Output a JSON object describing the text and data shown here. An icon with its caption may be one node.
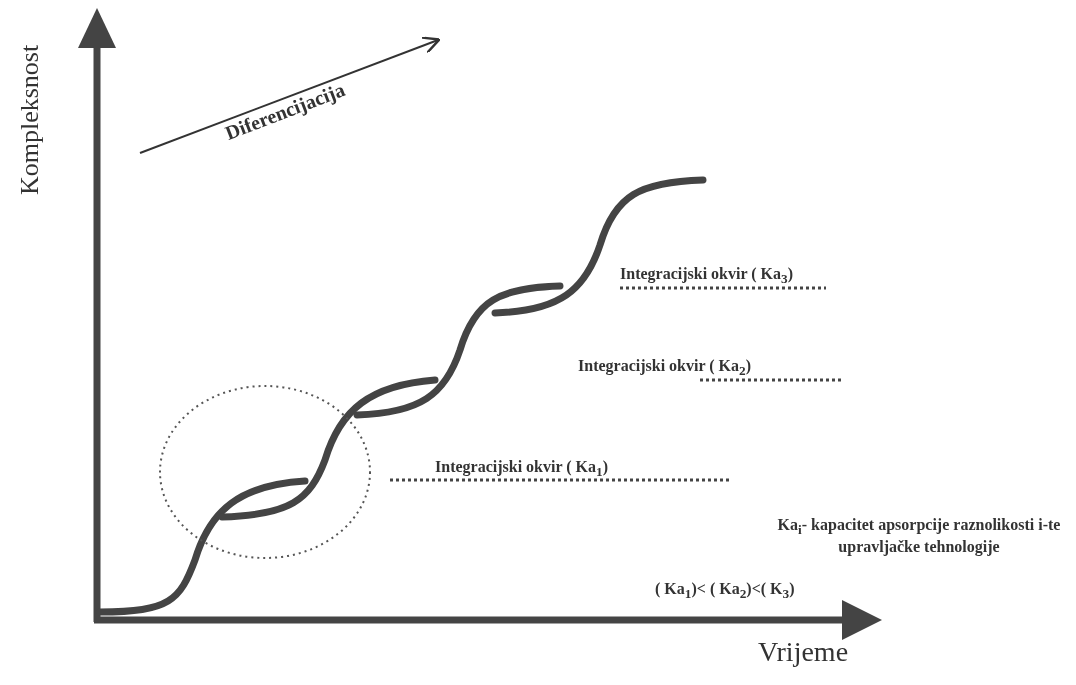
{
  "diagram": {
    "labels": [
      "Kompleksnost",
      "Diferencijacija",
      "Integracijski okvir ( Ka$_{3}$)",
      "Integracijski okvir ( Ka$_{2}$)",
      "Integracijski okvir ( Ka$_{1}$)",
      "Ka$_{i}$- kapacitet apsorpcije raznolikosti i-te upravljačke tehnologije",
      "( Ka$_{1}$)< ( Ka$_{2}$)<( K$_{3}$)",
      "Vrijeme"
    ]
  }
}
